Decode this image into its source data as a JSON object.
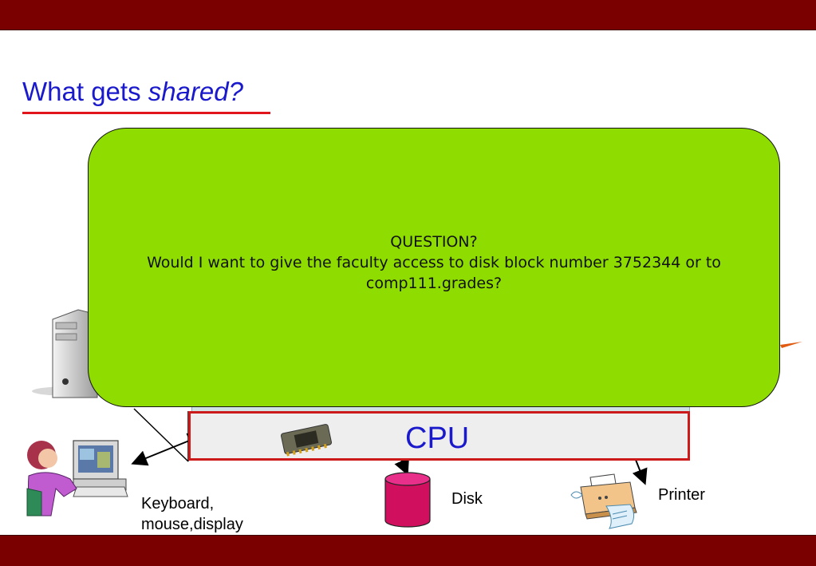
{
  "slide": {
    "title_plain": "What gets ",
    "title_emphasis": "shared?",
    "colors": {
      "header_bar": "#7a0000",
      "title": "#1a1acc",
      "underline": "#e0161c",
      "callout": "#8fdc00",
      "cpu_border": "#cc1a1a"
    }
  },
  "diagram": {
    "cpu_label": "CPU",
    "devices": {
      "keyboard_line1": "Keyboard,",
      "keyboard_line2": "mouse,display",
      "disk": "Disk",
      "printer": "Printer"
    },
    "icons": [
      "computer-tower-icon",
      "user-at-computer-icon",
      "cpu-chip-icon",
      "disk-cylinder-icon",
      "printer-icon"
    ]
  },
  "callout": {
    "heading": "QUESTION?",
    "line1": "Would I want to give the faculty access to disk block number 3752344 or to",
    "line2": "comp111.grades?"
  }
}
